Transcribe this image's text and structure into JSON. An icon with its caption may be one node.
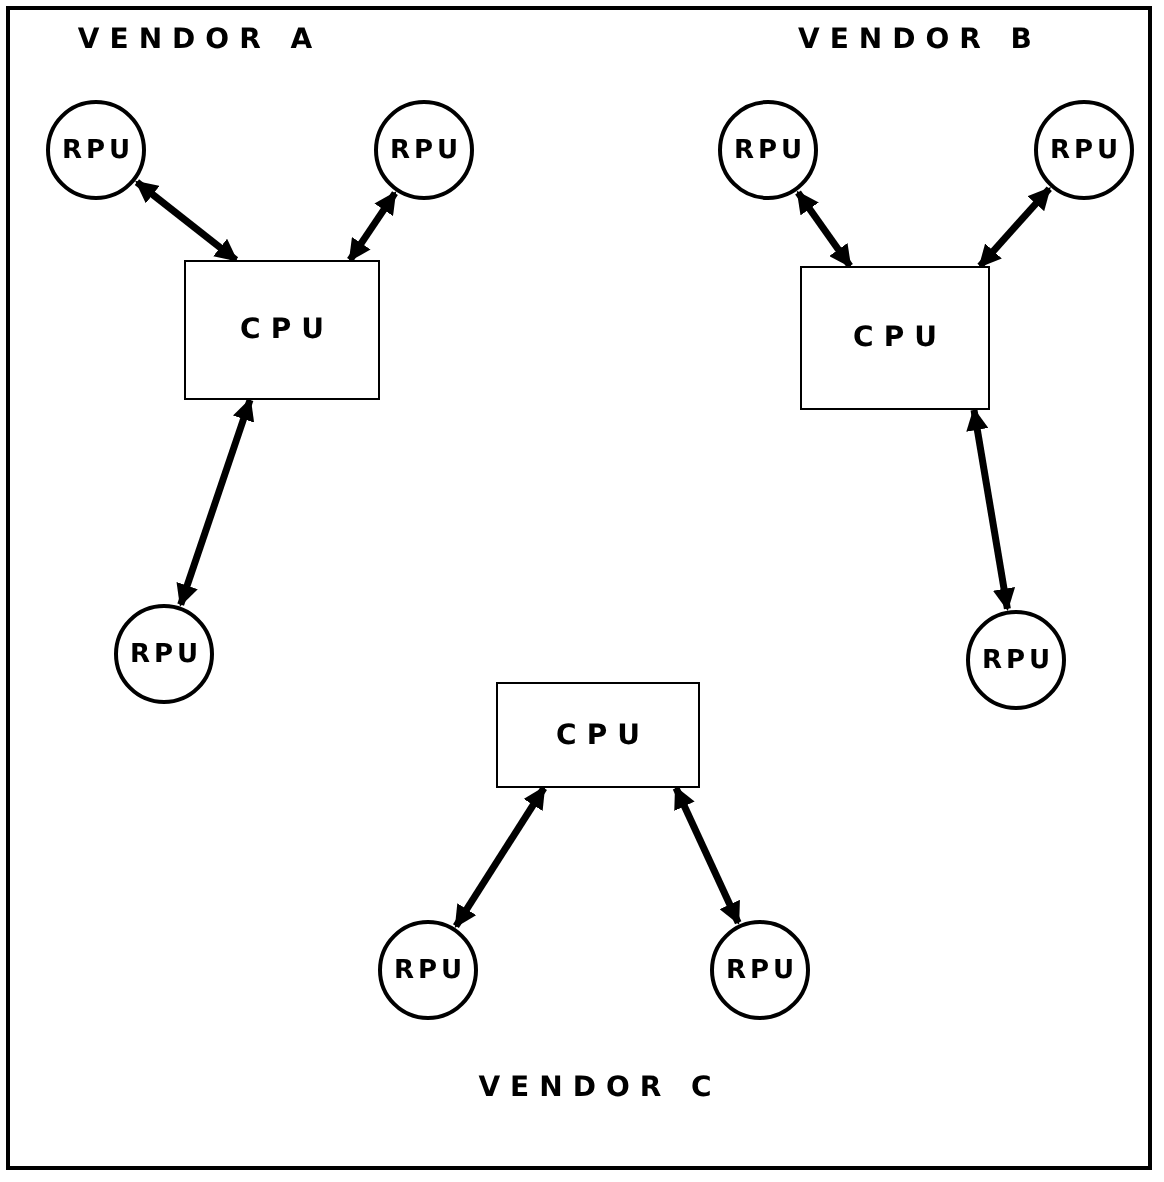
{
  "diagram": {
    "nodes": [
      {
        "text": [
          "RPU"
        ]
      },
      {
        "text": [
          "RPU"
        ]
      },
      {
        "text": [
          "RPU"
        ]
      },
      {
        "text": [
          "RPU"
        ]
      },
      {
        "text": [
          "CPU"
        ]
      },
      {
        "text": [
          "CPU"
        ]
      },
      {
        "text": [
          "RPU"
        ]
      },
      {
        "text": [
          "RPU"
        ]
      },
      {
        "text": [
          "CPU"
        ]
      },
      {
        "text": [
          "RPU"
        ]
      },
      {
        "text": [
          "RPU"
        ]
      }
    ],
    "edges": [
      {
        "from": 0,
        "to": 4,
        "arrow": "both"
      },
      {
        "from": 1,
        "to": 4,
        "arrow": "both"
      },
      {
        "from": 6,
        "to": 4,
        "arrow": "both"
      },
      {
        "from": 2,
        "to": 5,
        "arrow": "both"
      },
      {
        "from": 3,
        "to": 5,
        "arrow": "both"
      },
      {
        "from": 7,
        "to": 5,
        "arrow": "both"
      },
      {
        "from": 9,
        "to": 8,
        "arrow": "both"
      },
      {
        "from": 10,
        "to": 8,
        "arrow": "both"
      }
    ],
    "labels": [
      "VENDOR A",
      "VENDOR B",
      "VENDOR C"
    ]
  }
}
